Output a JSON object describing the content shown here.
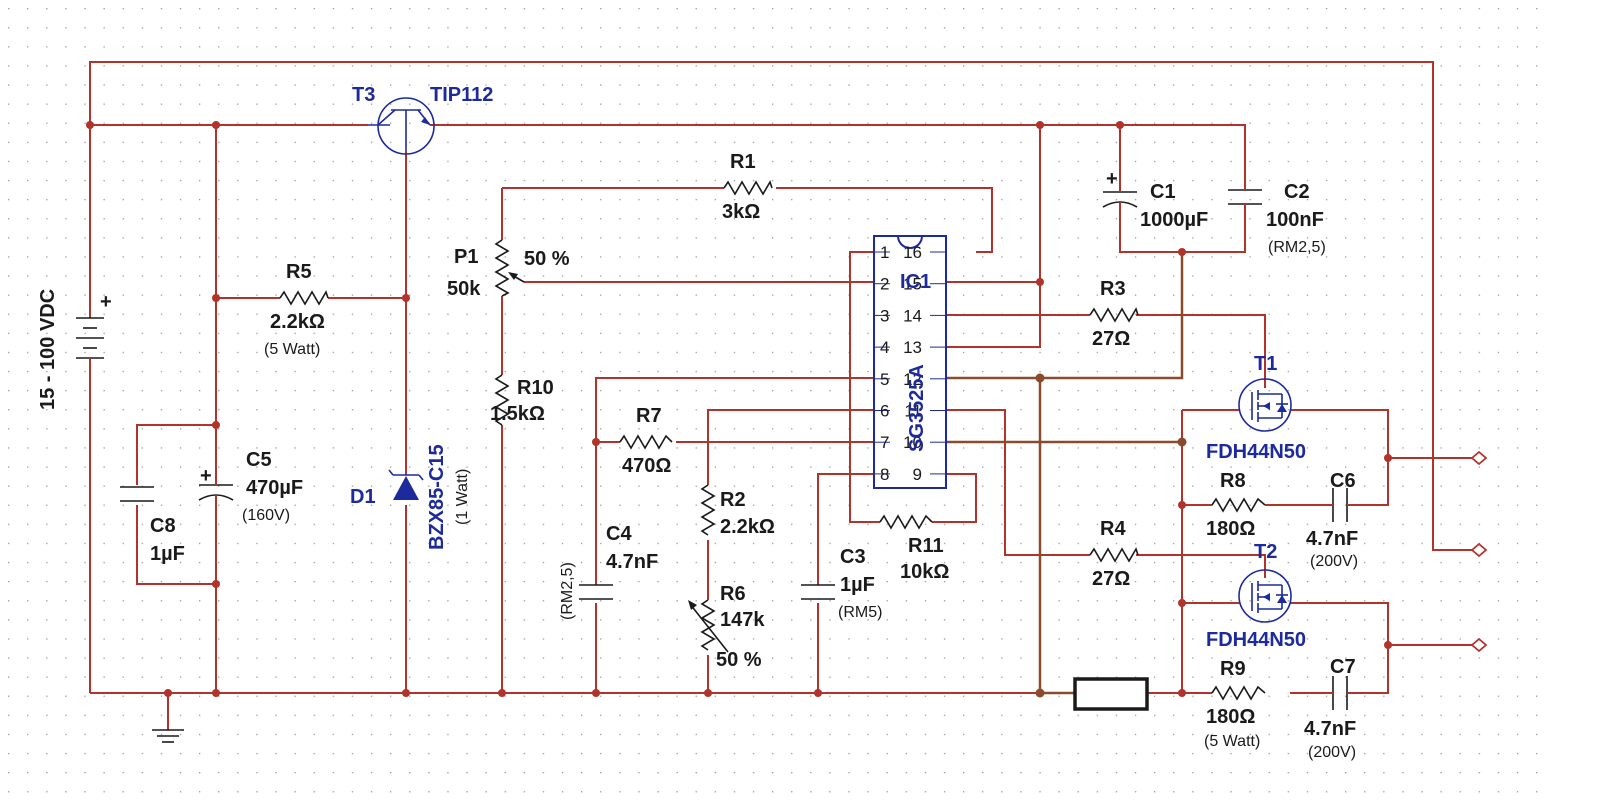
{
  "supply": {
    "label": "15 - 100 VDC",
    "plus": "+"
  },
  "T3": {
    "ref": "T3",
    "part": "TIP112"
  },
  "D1": {
    "ref": "D1",
    "part": "BZX85-C15",
    "note": "(1 Watt)"
  },
  "R1": {
    "ref": "R1",
    "value": "3kΩ"
  },
  "P1": {
    "ref": "P1",
    "value": "50k",
    "setting": "50 %"
  },
  "R10": {
    "ref": "R10",
    "value": "1.5kΩ"
  },
  "R5": {
    "ref": "R5",
    "value": "2.2kΩ",
    "note": "(5 Watt)"
  },
  "C5": {
    "ref": "C5",
    "value": "470µF",
    "note": "(160V)",
    "plus": "+"
  },
  "C8": {
    "ref": "C8",
    "value": "1µF"
  },
  "R7": {
    "ref": "R7",
    "value": "470Ω"
  },
  "C4": {
    "ref": "C4",
    "value": "4.7nF",
    "note": "(RM2,5)"
  },
  "R2": {
    "ref": "R2",
    "value": "2.2kΩ"
  },
  "R6": {
    "ref": "R6",
    "value": "147k",
    "setting": "50 %"
  },
  "C3": {
    "ref": "C3",
    "value": "1µF",
    "note": "(RM5)"
  },
  "R11": {
    "ref": "R11",
    "value": "10kΩ"
  },
  "IC1": {
    "ref": "IC1",
    "part": "SG3525A",
    "pins_left": [
      "1",
      "2",
      "3",
      "4",
      "5",
      "6",
      "7",
      "8"
    ],
    "pins_right": [
      "16",
      "15",
      "14",
      "13",
      "12",
      "11",
      "10",
      "9"
    ]
  },
  "C1": {
    "ref": "C1",
    "value": "1000µF",
    "plus": "+"
  },
  "C2": {
    "ref": "C2",
    "value": "100nF",
    "note": "(RM2,5)"
  },
  "R3": {
    "ref": "R3",
    "value": "27Ω"
  },
  "R4": {
    "ref": "R4",
    "value": "27Ω"
  },
  "T1": {
    "ref": "T1",
    "part": "FDH44N50"
  },
  "T2": {
    "ref": "T2",
    "part": "FDH44N50"
  },
  "R8": {
    "ref": "R8",
    "value": "180Ω"
  },
  "C6": {
    "ref": "C6",
    "value": "4.7nF",
    "note": "(200V)"
  },
  "R9": {
    "ref": "R9",
    "value": "180Ω",
    "note": "(5 Watt)"
  },
  "C7": {
    "ref": "C7",
    "value": "4.7nF",
    "note": "(200V)"
  },
  "colors": {
    "wire": "#b2322c",
    "bus": "#8a4a2c",
    "component": "#1a1a1a",
    "active": "#1c2a9e",
    "grid_dot": "#9a9a9a"
  }
}
